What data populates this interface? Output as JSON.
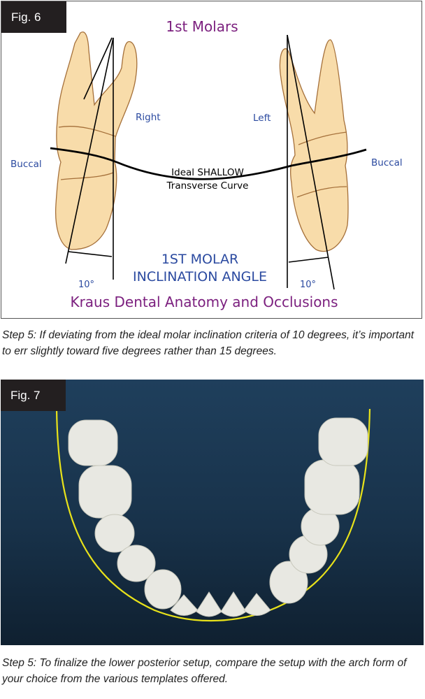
{
  "fig6": {
    "label": "Fig. 6",
    "title": "1st Molars",
    "right_label": "Right",
    "left_label": "Left",
    "buccal_left": "Buccal",
    "buccal_right": "Buccal",
    "curve_line1": "Ideal SHALLOW",
    "curve_line2": "Transverse Curve",
    "angle_title_line1": "1ST MOLAR",
    "angle_title_line2": "INCLINATION ANGLE",
    "angle_left": "10°",
    "angle_right": "10°",
    "source": "Kraus Dental Anatomy and Occlusions",
    "colors": {
      "purple": "#7b1f7e",
      "blue": "#2b4aa0",
      "tooth": "#f8dcaa",
      "outline": "#a5703a"
    }
  },
  "caption6": "Step 5: If deviating from the ideal molar inclination criteria of 10 degrees, it’s important to err slightly toward five degrees rather than 15 degrees.",
  "fig7": {
    "label": "Fig. 7"
  },
  "caption7": "Step 5: To finalize the lower posterior setup, compare the setup with the arch form of your choice from the various templates offered."
}
